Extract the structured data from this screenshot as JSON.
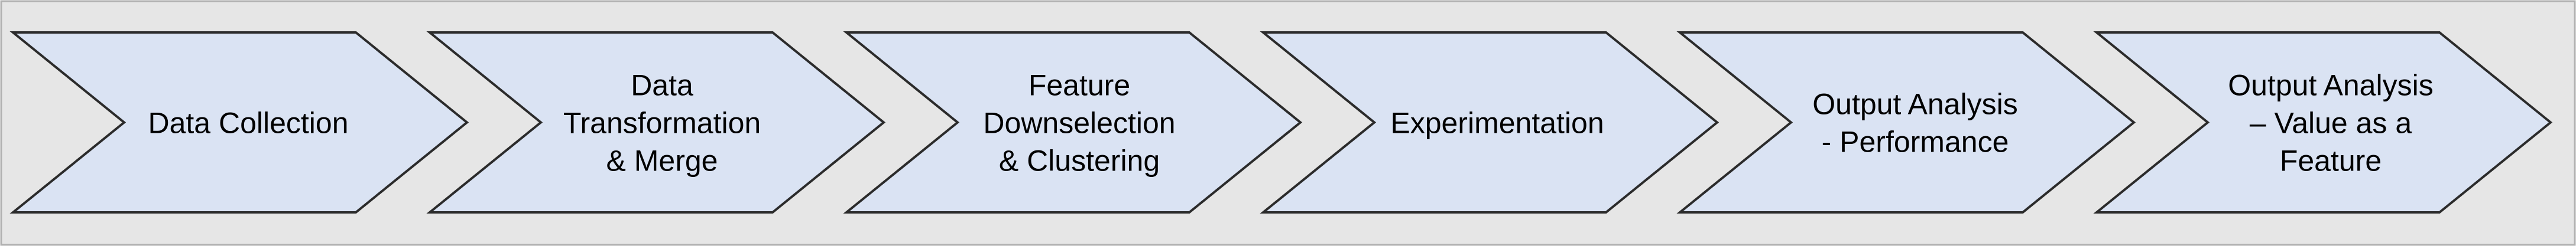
{
  "colors": {
    "background": "#e6e6e6",
    "chevron_fill": "#dae3f3",
    "chevron_stroke": "#2b2b2b",
    "frame_stroke": "#b0b0b0"
  },
  "steps": [
    {
      "lines": [
        "Data Collection"
      ]
    },
    {
      "lines": [
        "Data",
        "Transformation",
        "& Merge"
      ]
    },
    {
      "lines": [
        "Feature",
        "Downselection",
        "& Clustering"
      ]
    },
    {
      "lines": [
        "Experimentation"
      ]
    },
    {
      "lines": [
        "Output Analysis",
        "- Performance"
      ]
    },
    {
      "lines": [
        "Output Analysis",
        "– Value as a",
        "Feature"
      ]
    }
  ]
}
